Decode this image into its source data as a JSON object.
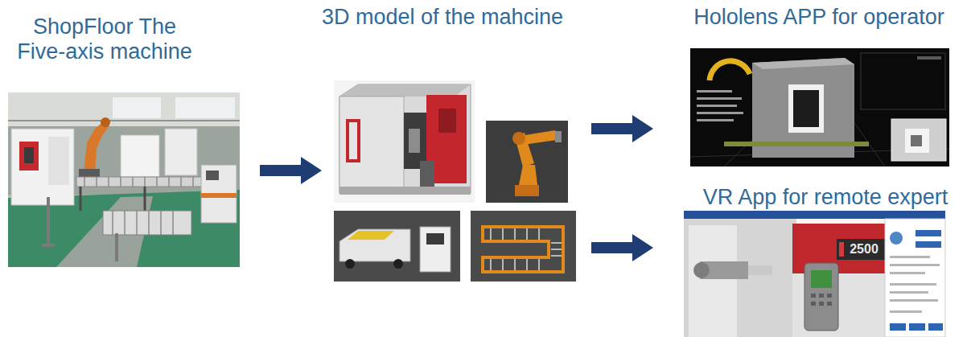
{
  "diagram": {
    "nodes": [
      {
        "text": [
          "ShopFloor The Five-axis machine"
        ]
      },
      {
        "text": [
          "3D model of the mahcine"
        ]
      },
      {
        "text": [
          "Hololens APP for operator"
        ]
      },
      {
        "text": [
          "VR App for remote expert"
        ]
      }
    ],
    "edges": [
      {
        "from": 0,
        "to": 1,
        "arrow": "to"
      },
      {
        "from": 1,
        "to": 2,
        "arrow": "to"
      },
      {
        "from": 1,
        "to": 3,
        "arrow": "to"
      }
    ],
    "labels": [
      "2500"
    ]
  }
}
